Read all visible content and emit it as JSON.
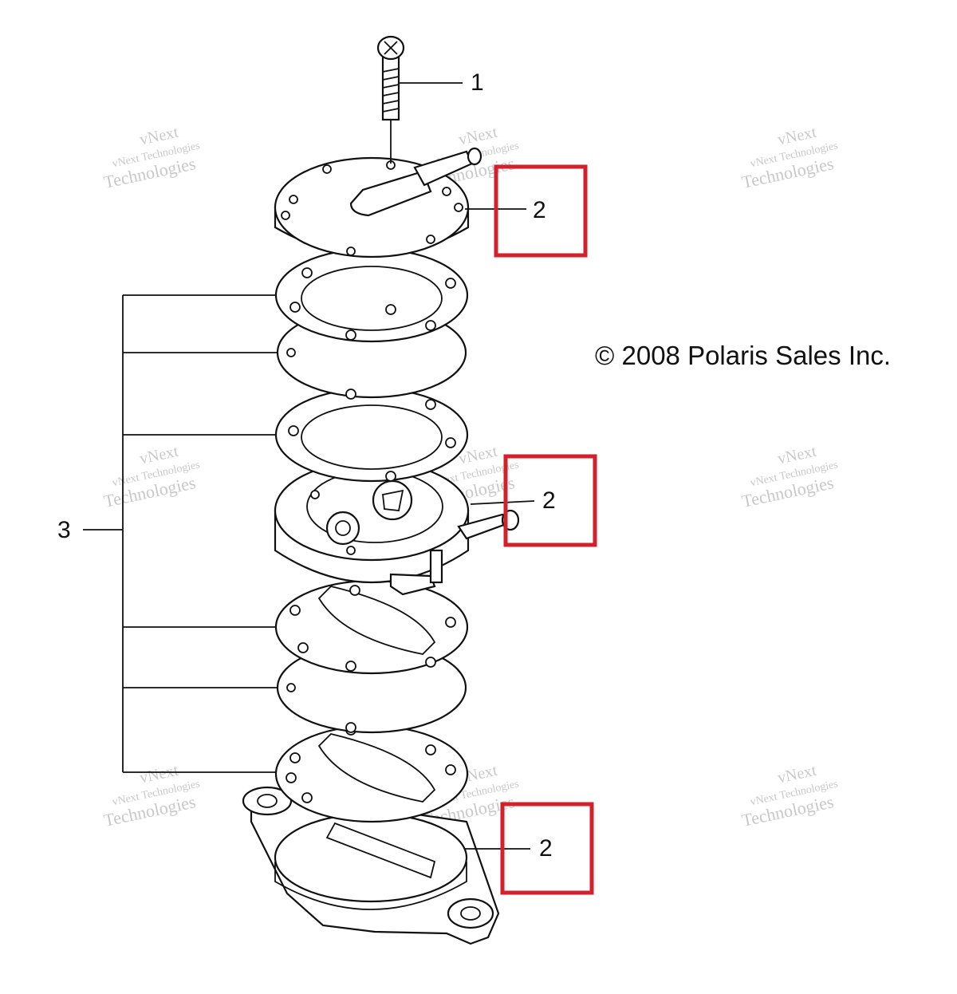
{
  "callouts": {
    "screw": "1",
    "top_cover": "2",
    "pump_body": "2",
    "base_cover": "2",
    "gasket_kit": "3"
  },
  "copyright": "© 2008 Polaris Sales Inc.",
  "watermark": {
    "line1": "vNext",
    "line2": "vNext Technologies",
    "line3": "Technologies"
  },
  "colors": {
    "highlight": "#d3202a",
    "line": "#111111",
    "watermark": "#c9c9c9"
  }
}
